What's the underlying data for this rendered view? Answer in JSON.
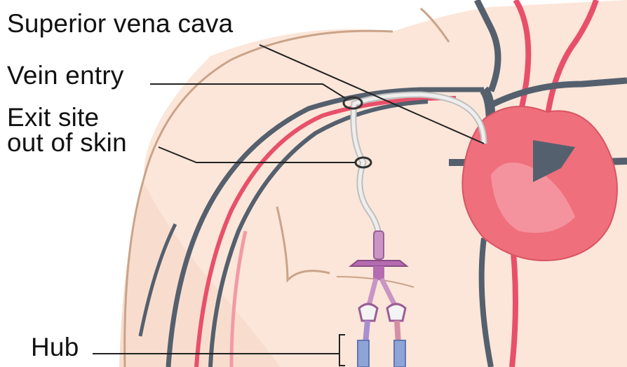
{
  "labels": {
    "superior_vena_cava": "Superior vena cava",
    "vein_entry": "Vein entry",
    "exit_site_line1": "Exit site",
    "exit_site_line2": "out of skin",
    "hub": "Hub"
  },
  "colors": {
    "skin": "#fbe6d9",
    "skin_outline": "#caa389",
    "vein": "#55606e",
    "artery": "#e8506a",
    "artery_light": "#f29aa6",
    "heart": "#ef6f7c",
    "catheter": "#dcdcdc",
    "hub_purple": "#b56bb0",
    "leader_line": "#222222"
  }
}
